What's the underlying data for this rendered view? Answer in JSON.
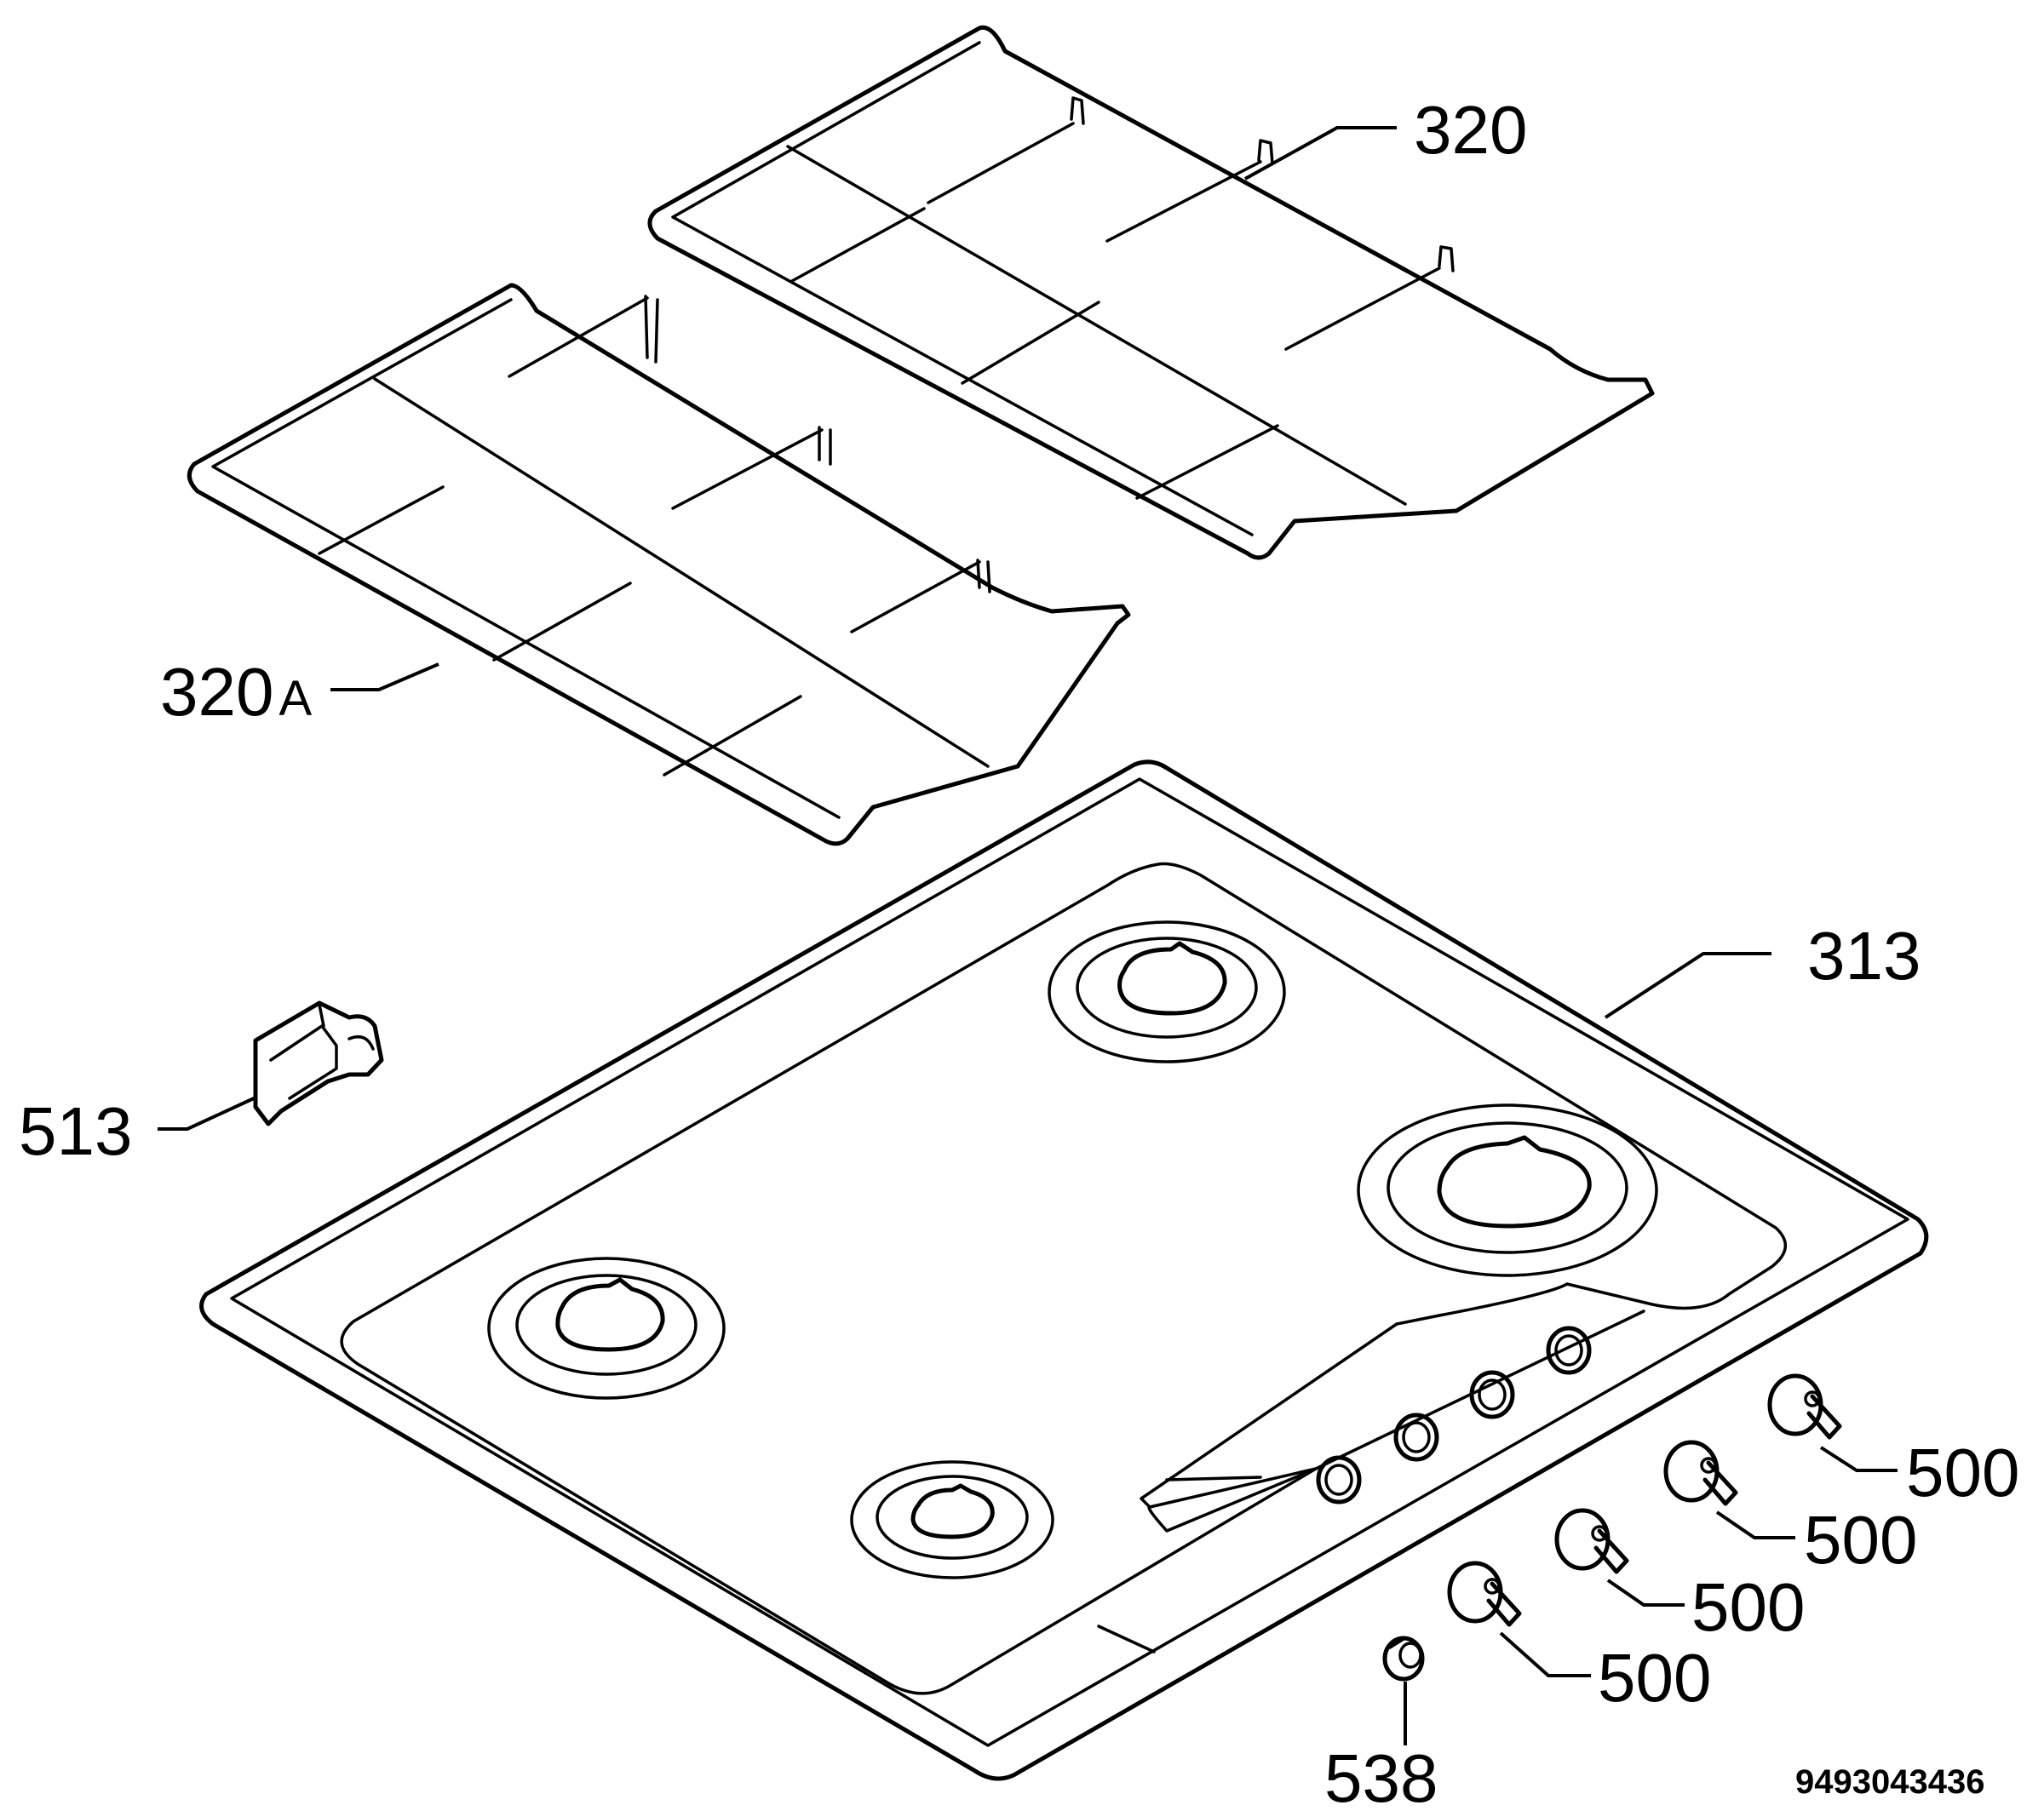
{
  "labels": {
    "grate_right": "320",
    "grate_left_num": "320",
    "grate_left_suffix": "A",
    "hob_top": "313",
    "bracket": "513",
    "knob_1": "500",
    "knob_2": "500",
    "knob_3": "500",
    "knob_4": "500",
    "spacer": "538"
  },
  "drawing_code": "9493043436"
}
